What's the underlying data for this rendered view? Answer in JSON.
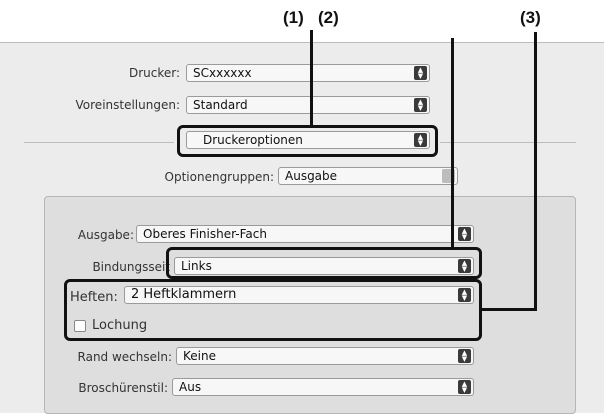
{
  "callouts": {
    "c1": "(1)",
    "c2": "(2)",
    "c3": "(3)"
  },
  "printer": {
    "label": "Drucker:",
    "value": "SCxxxxxx"
  },
  "presets": {
    "label": "Voreinstellungen:",
    "value": "Standard"
  },
  "panel": {
    "value": "Druckeroptionen"
  },
  "option_groups": {
    "label": "Optionengruppen:",
    "value": "Ausgabe"
  },
  "output": {
    "label": "Ausgabe:",
    "value": "Oberes Finisher-Fach"
  },
  "binding": {
    "label": "Bindungsseit",
    "value": "Links"
  },
  "stapling": {
    "label": "Heften:",
    "value": "2 Heftklammern"
  },
  "punching": {
    "label": "Lochung",
    "checked": false
  },
  "margin_shift": {
    "label": "Rand wechseln:",
    "value": "Keine"
  },
  "booklet": {
    "label": "Broschürenstil:",
    "value": "Aus"
  },
  "colors": {
    "highlight": "#111111",
    "dialog_bg": "#ececec",
    "group_bg": "#dedede"
  }
}
